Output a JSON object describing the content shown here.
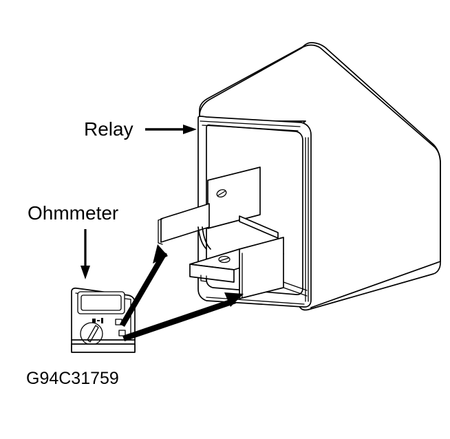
{
  "figure": {
    "title": "Relay continuity test with ohmmeter",
    "caption": "G94C31759",
    "background_color": "#ffffff",
    "line_color": "#000000"
  },
  "labels": {
    "relay": "Relay",
    "ohmmeter": "Ohmmeter"
  },
  "annotations": {
    "relay_pointer": "arrow-right",
    "ohmmeter_pointer": "arrow-down",
    "probe_lead_upper": "arrow-to-upper-terminal",
    "probe_lead_lower": "arrow-to-lower-terminal"
  },
  "components": {
    "relay_body": "relay-housing",
    "relay_bracket": "mounting-bracket",
    "terminal_upper": "upper-blade-terminal",
    "terminal_lower": "lower-blade-terminal",
    "meter": {
      "display": "lcd-display",
      "dial": "rotary-selector-knob",
      "dial_marking": "range-marking",
      "jack_upper": "probe-jack-upper",
      "jack_lower": "probe-jack-lower",
      "base": "meter-base"
    }
  }
}
